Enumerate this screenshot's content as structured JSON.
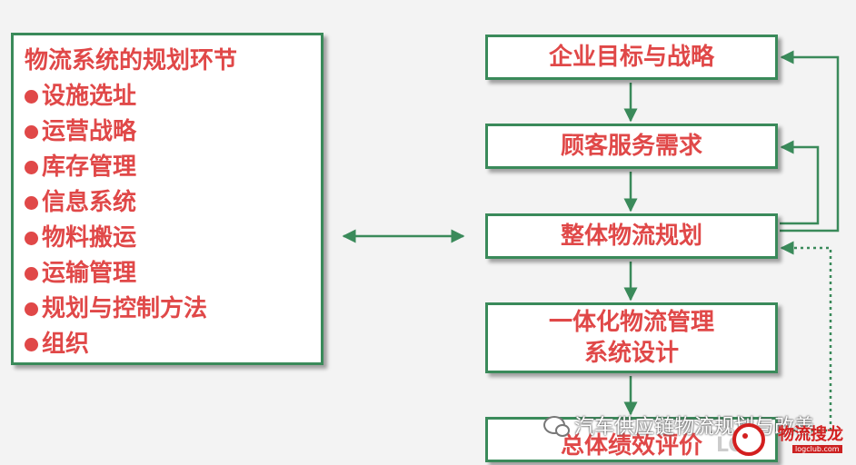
{
  "left_panel": {
    "title": "物流系统的规划环节",
    "items": [
      "设施选址",
      "运营战略",
      "库存管理",
      "信息系统",
      "物料搬运",
      "运输管理",
      "规划与控制方法",
      "组织"
    ]
  },
  "flow": {
    "step1": "企业目标与战略",
    "step2": "顾客服务需求",
    "step3": "整体物流规划",
    "step4_line1": "一体化物流管理",
    "step4_line2": "系统设计",
    "step5": "总体绩效评价"
  },
  "watermark": {
    "text": "汽车供应链物流规划与改善",
    "logo_text": "物流搜龙",
    "logo_sub": "logclub.com",
    "logo_letters": "LOG"
  },
  "colors": {
    "border": "#3a8a5a",
    "text": "#e04848",
    "background": "#f3f3f3"
  }
}
